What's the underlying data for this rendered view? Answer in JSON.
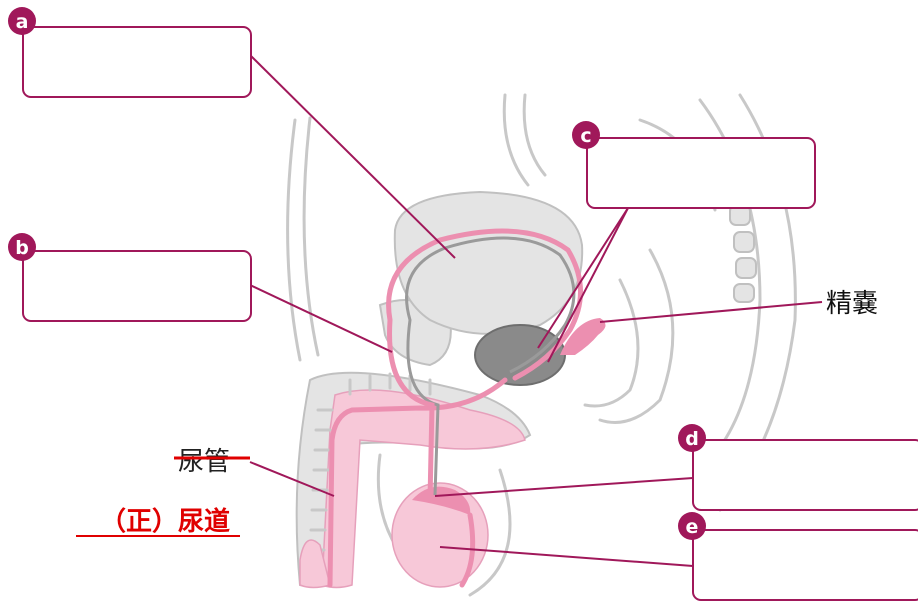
{
  "badges": {
    "a": "a",
    "b": "b",
    "c": "c",
    "d": "d",
    "e": "e"
  },
  "labels": {
    "seminal_vesicle": "精嚢",
    "urethra_wrong": "尿管",
    "urethra_correct": "（正）尿道"
  },
  "colors": {
    "accent": "#a0185a",
    "organ_pink": "#f7c8d8",
    "duct_pink": "#ec8fb0",
    "correction_red": "#e00000"
  }
}
